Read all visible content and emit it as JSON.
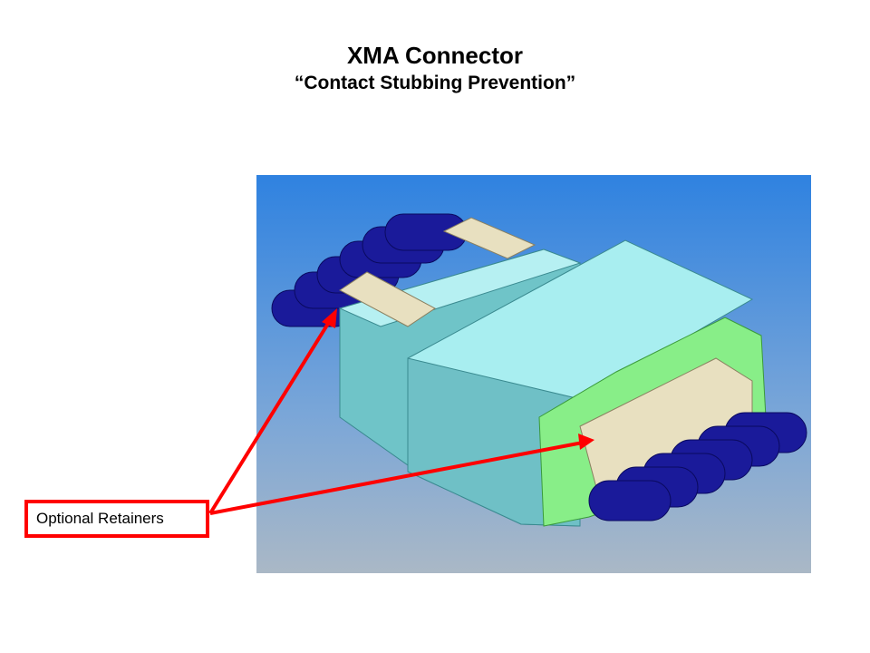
{
  "slide": {
    "title": "XMA Connector",
    "subtitle": "“Contact Stubbing Prevention”"
  },
  "callout": {
    "label": "Optional Retainers",
    "color": "#ff0000"
  },
  "figure": {
    "background_top": "#2f82e0",
    "background_bottom": "#aab8c6",
    "housing_color": "#a8eef0",
    "retainer_color": "#e8e0c0",
    "latch_color": "#88ee88",
    "wire_color": "#1a1a9a"
  }
}
